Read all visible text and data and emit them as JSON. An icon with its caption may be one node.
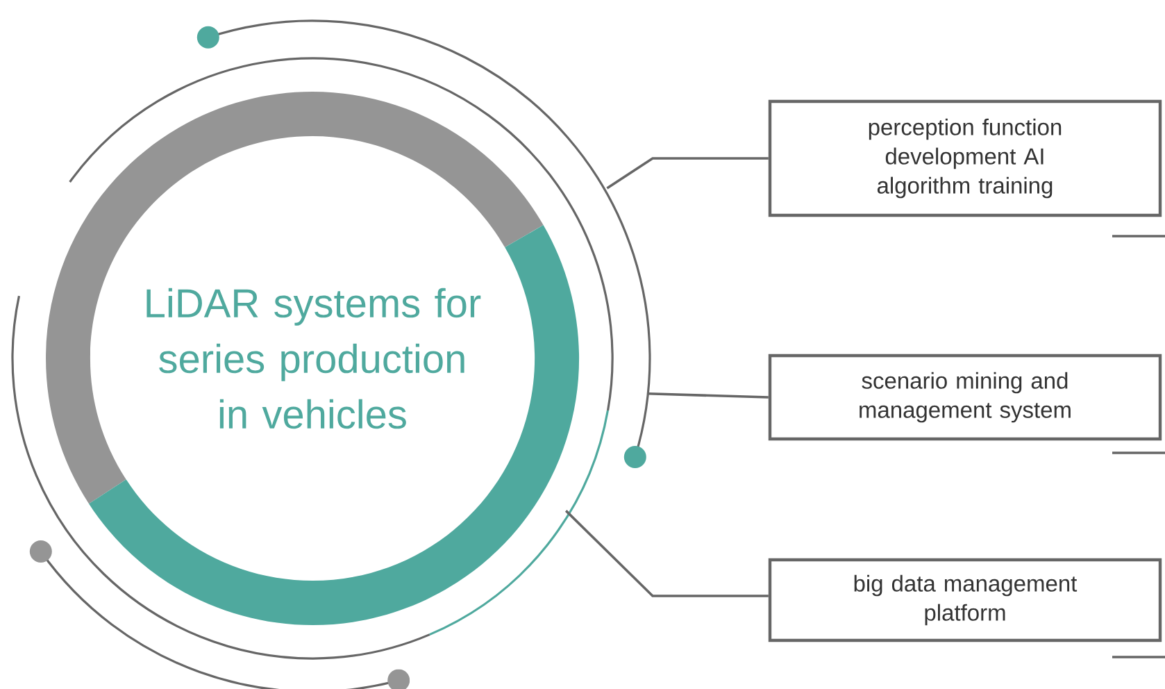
{
  "diagram": {
    "nodes": [
      {
        "text": [
          "LiDAR systems for series production in vehicles"
        ]
      },
      {
        "text": [
          "perception function development AI algorithm training"
        ]
      },
      {
        "text": [
          "scenario mining and management system"
        ]
      },
      {
        "text": [
          "big data management platform"
        ]
      }
    ],
    "edges": [
      {
        "from": 0,
        "to": 1,
        "arrow": "none"
      },
      {
        "from": 0,
        "to": 2,
        "arrow": "none"
      },
      {
        "from": 0,
        "to": 3,
        "arrow": "none"
      }
    ]
  }
}
